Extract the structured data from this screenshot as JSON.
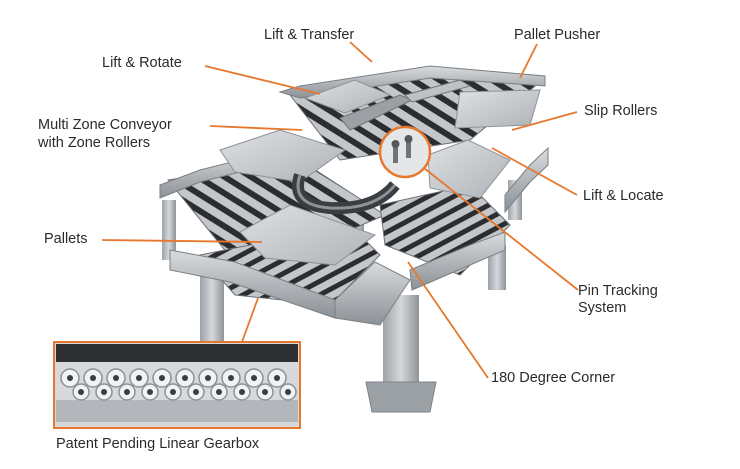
{
  "callouts": {
    "lift_transfer": "Lift & Transfer",
    "pallet_pusher": "Pallet Pusher",
    "lift_rotate": "Lift & Rotate",
    "slip_rollers": "Slip Rollers",
    "multi_zone_line1": "Multi Zone Conveyor",
    "multi_zone_line2": "with Zone Rollers",
    "lift_locate": "Lift & Locate",
    "pallets": "Pallets",
    "pin_tracking_line1": "Pin Tracking",
    "pin_tracking_line2": "System",
    "corner_180": "180 Degree Corner",
    "gearbox": "Patent Pending Linear Gearbox"
  },
  "colors": {
    "leader": "#e8772e",
    "frame": "#b4b8bc",
    "frame_dark": "#8a8f94",
    "roller": "#2b2d30",
    "pallet": "#c9ccd0",
    "text": "#2a2a2a"
  }
}
